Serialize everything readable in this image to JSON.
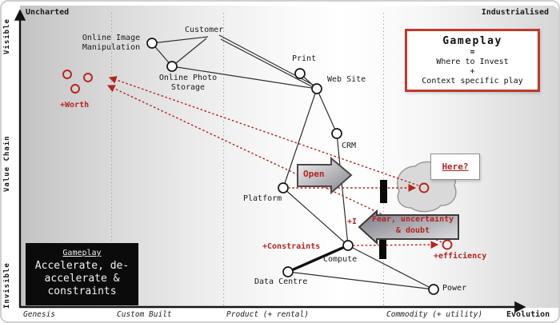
{
  "frame": {
    "top_left": "Uncharted",
    "top_right": "Industrialised",
    "axis_left_top": "Visible",
    "axis_left_mid": "Value Chain",
    "axis_left_bottom": "Invisible",
    "axis_bottom_right": "Evolution",
    "stages": {
      "genesis": "Genesis",
      "custom_built": "Custom Built",
      "product": "Product (+ rental)",
      "commodity": "Commodity (+ utility)"
    }
  },
  "nodes": {
    "customer": "Customer",
    "online_image_manipulation": "Online Image Manipulation",
    "online_photo_storage": "Online Photo Storage",
    "print": "Print",
    "web_site": "Web Site",
    "crm": "CRM",
    "platform": "Platform",
    "compute": "Compute",
    "data_centre": "Data Centre",
    "power": "Power"
  },
  "annotations": {
    "worth": "+Worth",
    "constraints": "+Constraints",
    "efficiency": "+efficiency",
    "inertia": "+I",
    "open_arrow": "Open",
    "fud_arrow": "Fear, uncertainty & doubt",
    "here": "Here?"
  },
  "legend_box": {
    "title": "Gameplay",
    "equals": "=",
    "invest": "Where to Invest",
    "plus": "+",
    "context": "Context specific play"
  },
  "gameplay_box": {
    "title": "Gameplay",
    "body": "Accelerate, de-accelerate & constraints"
  },
  "colors": {
    "accent_red": "#b5241f",
    "uncharted_gray": "#c3c3c3",
    "barrier_black": "#0a0a0a"
  }
}
